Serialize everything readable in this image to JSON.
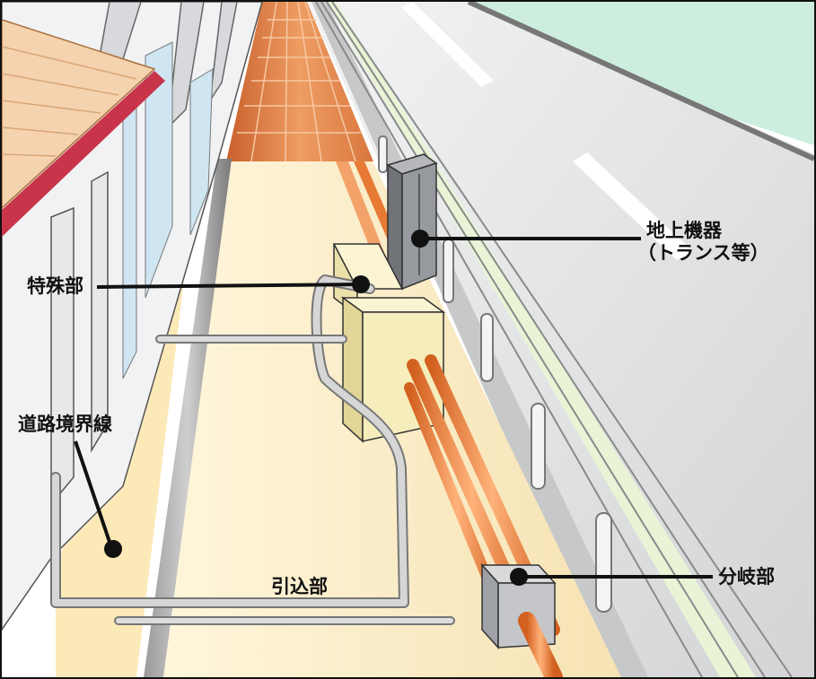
{
  "labels": {
    "ground_equipment": {
      "line1": "地上機器",
      "line2": "（トランス等）"
    },
    "special_section": "特殊部",
    "road_boundary": "道路境界線",
    "service_section": "引込部",
    "branch_section": "分岐部"
  },
  "colors": {
    "sidewalk": "#fbf0cf",
    "tile": "#e38a50",
    "cable": "#f08a3a",
    "box": "#f6efc8",
    "transformer": "#8f9296",
    "road": "#dedfe1",
    "grass": "#ccefe0",
    "awning": "#c8344a",
    "outline": "#111111"
  }
}
